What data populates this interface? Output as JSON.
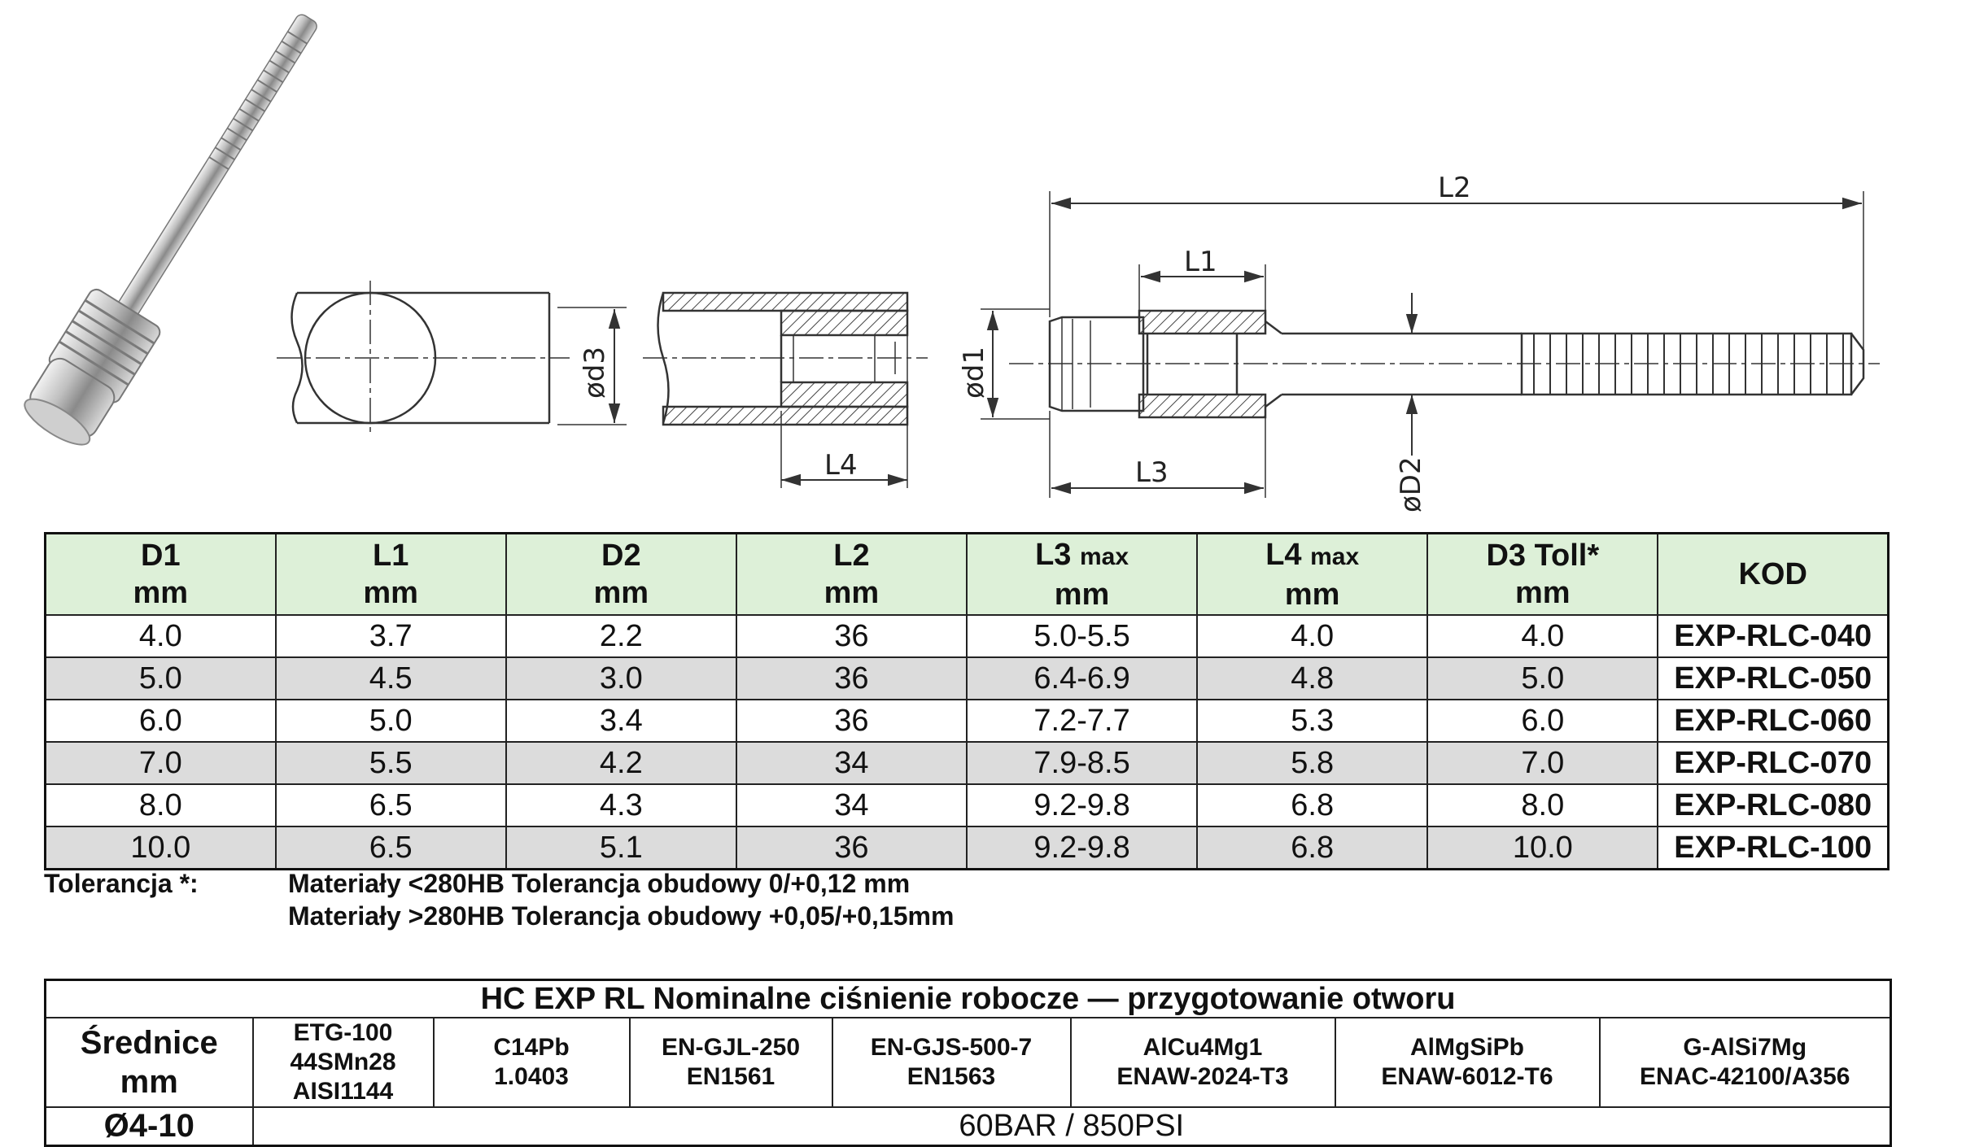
{
  "drawing": {
    "labels": {
      "d3": "ød3",
      "l4": "L4",
      "d1": "ød1",
      "l1": "L1",
      "l2": "L2",
      "l3": "L3",
      "d2": "øD2"
    }
  },
  "spec_table": {
    "headers": [
      {
        "name": "D1",
        "sub": "",
        "unit": "mm"
      },
      {
        "name": "L1",
        "sub": "",
        "unit": "mm"
      },
      {
        "name": "D2",
        "sub": "",
        "unit": "mm"
      },
      {
        "name": "L2",
        "sub": "",
        "unit": "mm"
      },
      {
        "name": "L3",
        "sub": "max",
        "unit": "mm"
      },
      {
        "name": "L4",
        "sub": "max",
        "unit": "mm"
      },
      {
        "name": "D3 Toll*",
        "sub": "",
        "unit": "mm"
      },
      {
        "name": "KOD",
        "sub": "",
        "unit": ""
      }
    ],
    "rows": [
      [
        "4.0",
        "3.7",
        "2.2",
        "36",
        "5.0-5.5",
        "4.0",
        "4.0",
        "EXP-RLC-040"
      ],
      [
        "5.0",
        "4.5",
        "3.0",
        "36",
        "6.4-6.9",
        "4.8",
        "5.0",
        "EXP-RLC-050"
      ],
      [
        "6.0",
        "5.0",
        "3.4",
        "36",
        "7.2-7.7",
        "5.3",
        "6.0",
        "EXP-RLC-060"
      ],
      [
        "7.0",
        "5.5",
        "4.2",
        "34",
        "7.9-8.5",
        "5.8",
        "7.0",
        "EXP-RLC-070"
      ],
      [
        "8.0",
        "6.5",
        "4.3",
        "34",
        "9.2-9.8",
        "6.8",
        "8.0",
        "EXP-RLC-080"
      ],
      [
        "10.0",
        "6.5",
        "5.1",
        "36",
        "9.2-9.8",
        "6.8",
        "10.0",
        "EXP-RLC-100"
      ]
    ]
  },
  "tolerance": {
    "label": "Tolerancja *:",
    "lines": [
      "Materiały <280HB Tolerancja obudowy 0/+0,12 mm",
      "Materiały >280HB Tolerancja obudowy +0,05/+0,15mm"
    ]
  },
  "pressure_table": {
    "title": "HC EXP RL Nominalne ciśnienie robocze — przygotowanie otworu",
    "diam_header": [
      "Średnice",
      "mm"
    ],
    "materials": [
      [
        "ETG-100",
        "44SMn28",
        "AISI1144"
      ],
      [
        "C14Pb",
        "1.0403"
      ],
      [
        "EN-GJL-250",
        "EN1561"
      ],
      [
        "EN-GJS-500-7",
        "EN1563"
      ],
      [
        "AlCu4Mg1",
        "ENAW-2024-T3"
      ],
      [
        "AlMgSiPb",
        "ENAW-6012-T6"
      ],
      [
        "G-AlSi7Mg",
        "ENAC-42100/A356"
      ]
    ],
    "diameter": "Ø4-10",
    "pressure": "60BAR / 850PSI"
  }
}
